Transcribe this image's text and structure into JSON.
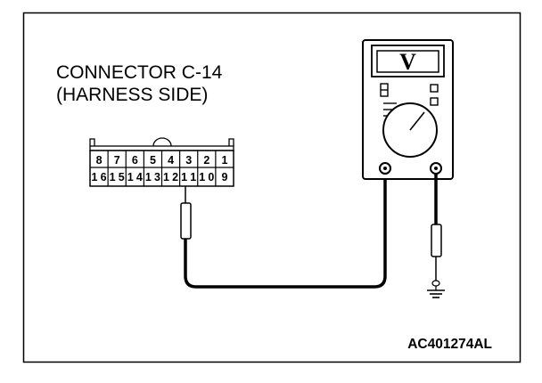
{
  "connector": {
    "title": "CONNECTOR C-14",
    "subtitle": "(HARNESS SIDE)",
    "top_row_pins": [
      "8",
      "7",
      "6",
      "5",
      "4",
      "3",
      "2",
      "1"
    ],
    "bottom_row_pins": [
      "16",
      "15",
      "14",
      "13",
      "12",
      "11",
      "10",
      "9"
    ]
  },
  "meter": {
    "display": "V"
  },
  "figure_code": "AC401274AL",
  "icons": [
    "voltmeter-icon",
    "ground-icon",
    "probe-icon",
    "rotary-dial-icon"
  ]
}
